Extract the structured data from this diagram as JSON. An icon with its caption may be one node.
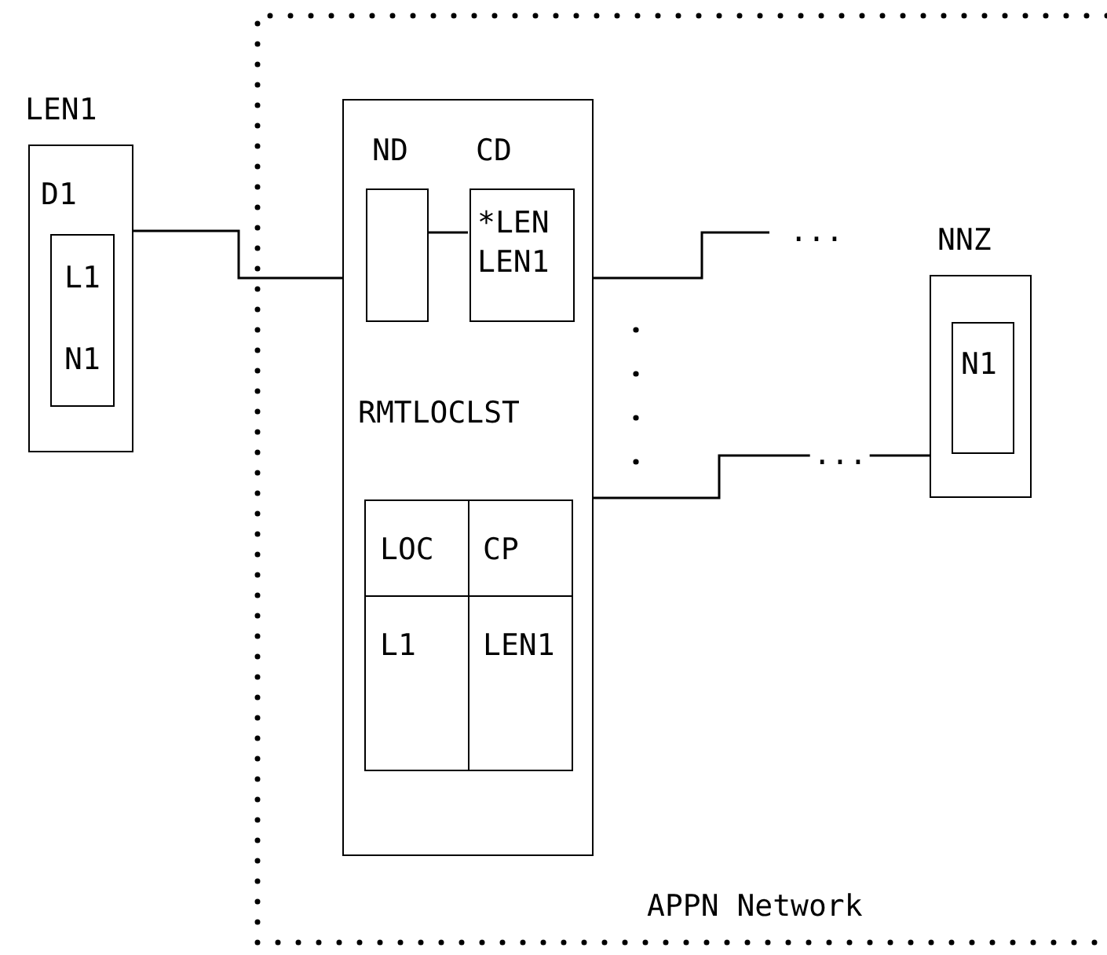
{
  "diagram": {
    "nodes": [
      {
        "text": [
          "LEN1",
          "D1"
        ]
      },
      {
        "text": [
          "L1",
          "N1"
        ],
        "in": 0
      },
      {
        "text": [
          "APPN Network"
        ]
      },
      {
        "text": [
          "RMTLOCLST"
        ],
        "in": 2
      },
      {
        "text": [
          "ND"
        ],
        "in": 3
      },
      {
        "text": [
          "CD",
          "*LEN",
          "LEN1"
        ],
        "in": 3
      },
      {
        "text": [
          "LOC",
          "CP",
          "L1",
          "LEN1"
        ],
        "in": 3
      },
      {
        "text": [
          "NNZ"
        ],
        "in": 2
      },
      {
        "text": [
          "N1"
        ],
        "in": 7
      }
    ],
    "edges": [
      {
        "from": 0,
        "to": 3,
        "arrow": "none"
      },
      {
        "from": 4,
        "to": 5,
        "arrow": "none"
      },
      {
        "from": 3,
        "to": null,
        "arrow": "none",
        "label": "..."
      },
      {
        "from": 3,
        "to": 7,
        "arrow": "none",
        "label": "..."
      }
    ]
  }
}
